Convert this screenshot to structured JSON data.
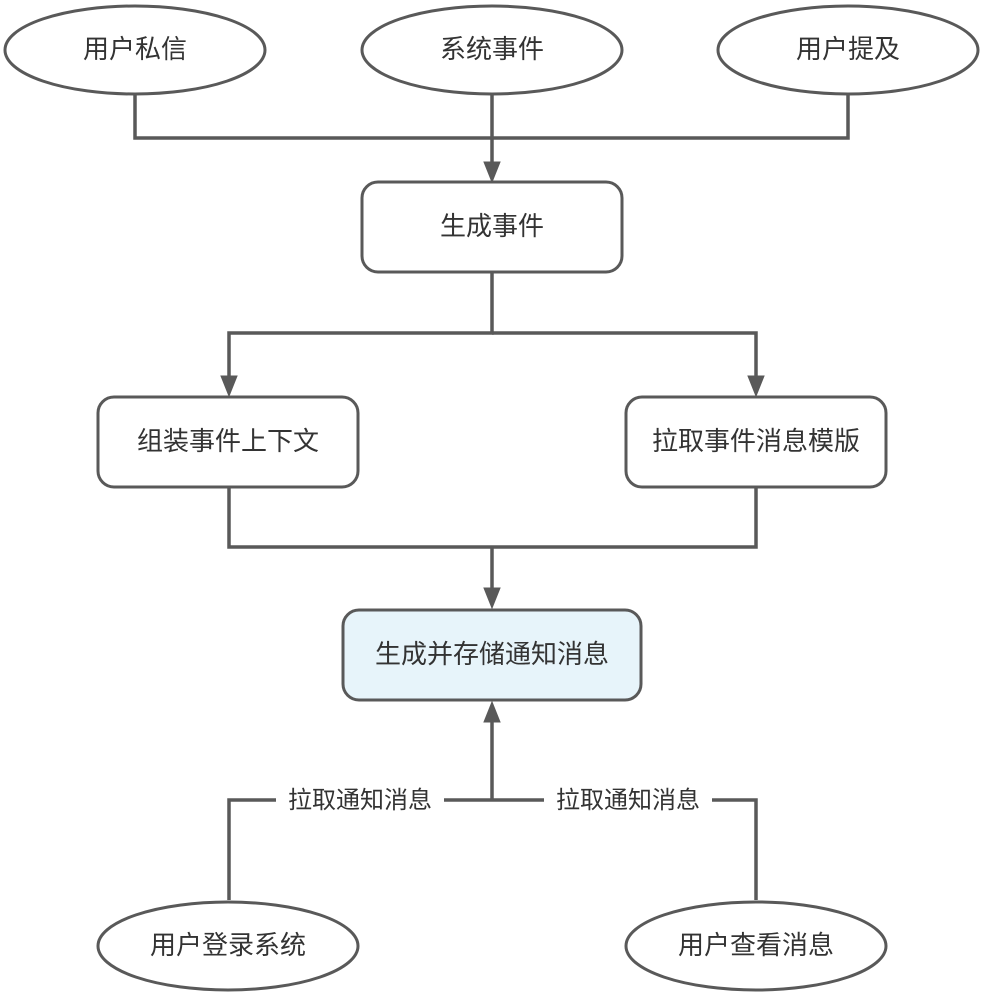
{
  "nodes": {
    "user_dm": "用户私信",
    "system_event": "系统事件",
    "user_mention": "用户提及",
    "generate_event": "生成事件",
    "assemble_context": "组装事件上下文",
    "pull_template": "拉取事件消息模版",
    "generate_store": "生成并存储通知消息",
    "user_login": "用户登录系统",
    "user_view": "用户查看消息"
  },
  "edge_labels": {
    "login_pull": "拉取通知消息",
    "view_pull": "拉取通知消息"
  },
  "colors": {
    "stroke": "#595959",
    "highlight_fill": "#e7f4fa",
    "text": "#333333"
  }
}
